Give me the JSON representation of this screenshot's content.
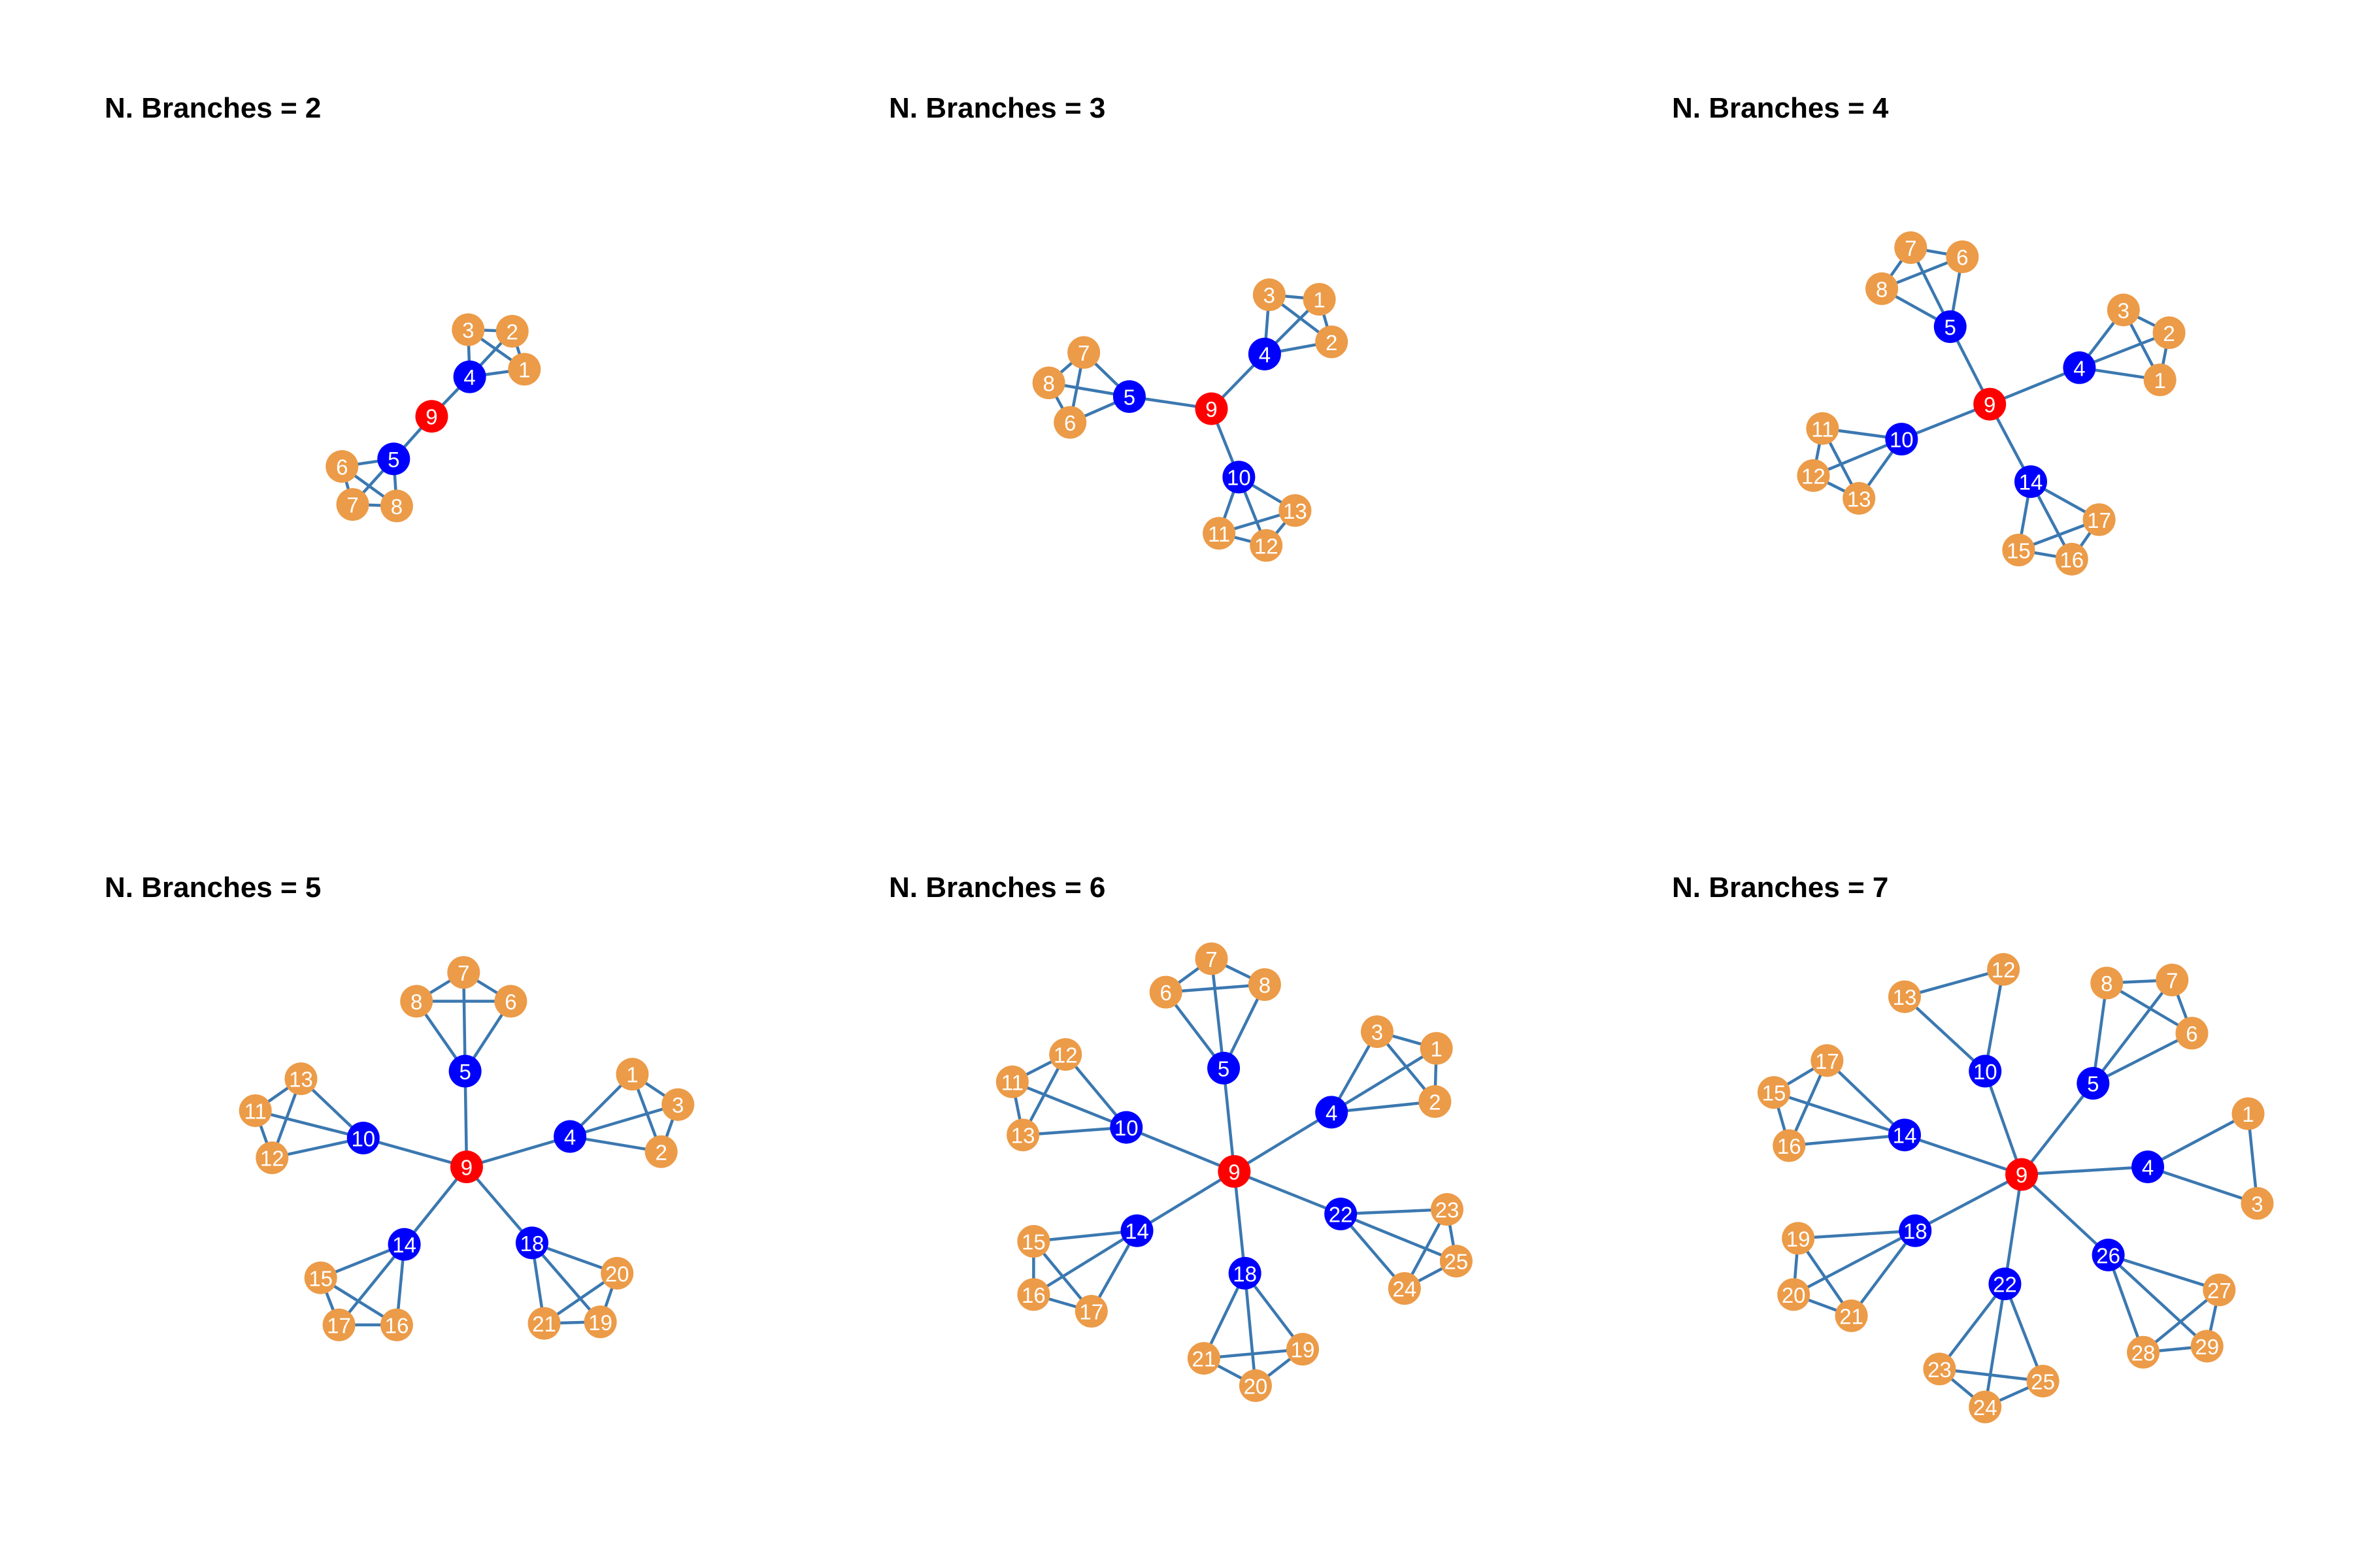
{
  "colors": {
    "edge": "#3b78b0",
    "hub": "#ff0000",
    "branch": "#0000ff",
    "leaf": "#ec9b48",
    "label": "#ffffff",
    "title": "#000000"
  },
  "panels": [
    {
      "title": "N. Branches = 2",
      "nodes": [
        {
          "id": 9,
          "role": "hub"
        },
        {
          "id": 4,
          "role": "branch"
        },
        {
          "id": 5,
          "role": "branch"
        },
        {
          "id": 1,
          "role": "leaf"
        },
        {
          "id": 2,
          "role": "leaf"
        },
        {
          "id": 3,
          "role": "leaf"
        },
        {
          "id": 6,
          "role": "leaf"
        },
        {
          "id": 7,
          "role": "leaf"
        },
        {
          "id": 8,
          "role": "leaf"
        }
      ],
      "edges": [
        [
          9,
          4
        ],
        [
          9,
          5
        ],
        [
          4,
          1
        ],
        [
          4,
          2
        ],
        [
          4,
          3
        ],
        [
          1,
          2
        ],
        [
          2,
          3
        ],
        [
          3,
          1
        ],
        [
          5,
          6
        ],
        [
          5,
          7
        ],
        [
          5,
          8
        ],
        [
          6,
          7
        ],
        [
          7,
          8
        ],
        [
          8,
          6
        ]
      ]
    },
    {
      "title": "N. Branches = 3",
      "nodes": [
        {
          "id": 9,
          "role": "hub"
        },
        {
          "id": 4,
          "role": "branch"
        },
        {
          "id": 5,
          "role": "branch"
        },
        {
          "id": 10,
          "role": "branch"
        },
        {
          "id": 1,
          "role": "leaf"
        },
        {
          "id": 2,
          "role": "leaf"
        },
        {
          "id": 3,
          "role": "leaf"
        },
        {
          "id": 6,
          "role": "leaf"
        },
        {
          "id": 7,
          "role": "leaf"
        },
        {
          "id": 8,
          "role": "leaf"
        },
        {
          "id": 11,
          "role": "leaf"
        },
        {
          "id": 12,
          "role": "leaf"
        },
        {
          "id": 13,
          "role": "leaf"
        }
      ],
      "edges": [
        [
          9,
          4
        ],
        [
          9,
          5
        ],
        [
          9,
          10
        ],
        [
          4,
          1
        ],
        [
          4,
          2
        ],
        [
          4,
          3
        ],
        [
          1,
          2
        ],
        [
          2,
          3
        ],
        [
          3,
          1
        ],
        [
          5,
          6
        ],
        [
          5,
          7
        ],
        [
          5,
          8
        ],
        [
          6,
          7
        ],
        [
          7,
          8
        ],
        [
          8,
          6
        ],
        [
          10,
          11
        ],
        [
          10,
          12
        ],
        [
          10,
          13
        ],
        [
          11,
          12
        ],
        [
          12,
          13
        ],
        [
          13,
          11
        ]
      ]
    },
    {
      "title": "N. Branches = 4",
      "nodes": [
        {
          "id": 9,
          "role": "hub"
        },
        {
          "id": 4,
          "role": "branch"
        },
        {
          "id": 5,
          "role": "branch"
        },
        {
          "id": 10,
          "role": "branch"
        },
        {
          "id": 14,
          "role": "branch"
        },
        {
          "id": 1,
          "role": "leaf"
        },
        {
          "id": 2,
          "role": "leaf"
        },
        {
          "id": 3,
          "role": "leaf"
        },
        {
          "id": 6,
          "role": "leaf"
        },
        {
          "id": 7,
          "role": "leaf"
        },
        {
          "id": 8,
          "role": "leaf"
        },
        {
          "id": 11,
          "role": "leaf"
        },
        {
          "id": 12,
          "role": "leaf"
        },
        {
          "id": 13,
          "role": "leaf"
        },
        {
          "id": 15,
          "role": "leaf"
        },
        {
          "id": 16,
          "role": "leaf"
        },
        {
          "id": 17,
          "role": "leaf"
        }
      ],
      "edges": [
        [
          9,
          4
        ],
        [
          9,
          5
        ],
        [
          9,
          10
        ],
        [
          9,
          14
        ],
        [
          4,
          1
        ],
        [
          4,
          2
        ],
        [
          4,
          3
        ],
        [
          1,
          2
        ],
        [
          2,
          3
        ],
        [
          3,
          1
        ],
        [
          5,
          6
        ],
        [
          5,
          7
        ],
        [
          5,
          8
        ],
        [
          6,
          7
        ],
        [
          7,
          8
        ],
        [
          8,
          6
        ],
        [
          10,
          11
        ],
        [
          10,
          12
        ],
        [
          10,
          13
        ],
        [
          11,
          12
        ],
        [
          12,
          13
        ],
        [
          13,
          11
        ],
        [
          14,
          15
        ],
        [
          14,
          16
        ],
        [
          14,
          17
        ],
        [
          15,
          16
        ],
        [
          16,
          17
        ],
        [
          17,
          15
        ]
      ]
    },
    {
      "title": "N. Branches = 5",
      "nodes": [
        {
          "id": 9,
          "role": "hub"
        },
        {
          "id": 4,
          "role": "branch"
        },
        {
          "id": 5,
          "role": "branch"
        },
        {
          "id": 10,
          "role": "branch"
        },
        {
          "id": 14,
          "role": "branch"
        },
        {
          "id": 18,
          "role": "branch"
        },
        {
          "id": 1,
          "role": "leaf"
        },
        {
          "id": 2,
          "role": "leaf"
        },
        {
          "id": 3,
          "role": "leaf"
        },
        {
          "id": 6,
          "role": "leaf"
        },
        {
          "id": 7,
          "role": "leaf"
        },
        {
          "id": 8,
          "role": "leaf"
        },
        {
          "id": 11,
          "role": "leaf"
        },
        {
          "id": 12,
          "role": "leaf"
        },
        {
          "id": 13,
          "role": "leaf"
        },
        {
          "id": 15,
          "role": "leaf"
        },
        {
          "id": 16,
          "role": "leaf"
        },
        {
          "id": 17,
          "role": "leaf"
        },
        {
          "id": 19,
          "role": "leaf"
        },
        {
          "id": 20,
          "role": "leaf"
        },
        {
          "id": 21,
          "role": "leaf"
        }
      ],
      "edges": [
        [
          9,
          4
        ],
        [
          9,
          5
        ],
        [
          9,
          10
        ],
        [
          9,
          14
        ],
        [
          9,
          18
        ],
        [
          4,
          1
        ],
        [
          4,
          2
        ],
        [
          4,
          3
        ],
        [
          1,
          2
        ],
        [
          2,
          3
        ],
        [
          3,
          1
        ],
        [
          5,
          6
        ],
        [
          5,
          7
        ],
        [
          5,
          8
        ],
        [
          6,
          7
        ],
        [
          7,
          8
        ],
        [
          8,
          6
        ],
        [
          10,
          11
        ],
        [
          10,
          12
        ],
        [
          10,
          13
        ],
        [
          11,
          12
        ],
        [
          12,
          13
        ],
        [
          13,
          11
        ],
        [
          14,
          15
        ],
        [
          14,
          16
        ],
        [
          14,
          17
        ],
        [
          15,
          16
        ],
        [
          16,
          17
        ],
        [
          17,
          15
        ],
        [
          18,
          19
        ],
        [
          18,
          20
        ],
        [
          18,
          21
        ],
        [
          19,
          20
        ],
        [
          20,
          21
        ],
        [
          21,
          19
        ]
      ]
    },
    {
      "title": "N. Branches = 6",
      "nodes": [
        {
          "id": 9,
          "role": "hub"
        },
        {
          "id": 4,
          "role": "branch"
        },
        {
          "id": 5,
          "role": "branch"
        },
        {
          "id": 10,
          "role": "branch"
        },
        {
          "id": 14,
          "role": "branch"
        },
        {
          "id": 18,
          "role": "branch"
        },
        {
          "id": 22,
          "role": "branch"
        },
        {
          "id": 1,
          "role": "leaf"
        },
        {
          "id": 2,
          "role": "leaf"
        },
        {
          "id": 3,
          "role": "leaf"
        },
        {
          "id": 6,
          "role": "leaf"
        },
        {
          "id": 7,
          "role": "leaf"
        },
        {
          "id": 8,
          "role": "leaf"
        },
        {
          "id": 11,
          "role": "leaf"
        },
        {
          "id": 12,
          "role": "leaf"
        },
        {
          "id": 13,
          "role": "leaf"
        },
        {
          "id": 15,
          "role": "leaf"
        },
        {
          "id": 16,
          "role": "leaf"
        },
        {
          "id": 17,
          "role": "leaf"
        },
        {
          "id": 19,
          "role": "leaf"
        },
        {
          "id": 20,
          "role": "leaf"
        },
        {
          "id": 21,
          "role": "leaf"
        },
        {
          "id": 23,
          "role": "leaf"
        },
        {
          "id": 24,
          "role": "leaf"
        },
        {
          "id": 25,
          "role": "leaf"
        }
      ],
      "edges": [
        [
          9,
          4
        ],
        [
          9,
          5
        ],
        [
          9,
          10
        ],
        [
          9,
          14
        ],
        [
          9,
          18
        ],
        [
          9,
          22
        ],
        [
          4,
          1
        ],
        [
          4,
          2
        ],
        [
          4,
          3
        ],
        [
          1,
          2
        ],
        [
          2,
          3
        ],
        [
          3,
          1
        ],
        [
          5,
          6
        ],
        [
          5,
          7
        ],
        [
          5,
          8
        ],
        [
          6,
          7
        ],
        [
          7,
          8
        ],
        [
          8,
          6
        ],
        [
          10,
          11
        ],
        [
          10,
          12
        ],
        [
          10,
          13
        ],
        [
          11,
          12
        ],
        [
          12,
          13
        ],
        [
          13,
          11
        ],
        [
          14,
          15
        ],
        [
          14,
          16
        ],
        [
          14,
          17
        ],
        [
          15,
          16
        ],
        [
          16,
          17
        ],
        [
          17,
          15
        ],
        [
          18,
          19
        ],
        [
          18,
          20
        ],
        [
          18,
          21
        ],
        [
          19,
          20
        ],
        [
          20,
          21
        ],
        [
          21,
          19
        ],
        [
          22,
          23
        ],
        [
          22,
          24
        ],
        [
          22,
          25
        ],
        [
          23,
          24
        ],
        [
          24,
          25
        ],
        [
          25,
          23
        ]
      ]
    },
    {
      "title": "N. Branches = 7",
      "nodes": [
        {
          "id": 9,
          "role": "hub"
        },
        {
          "id": 4,
          "role": "branch"
        },
        {
          "id": 5,
          "role": "branch"
        },
        {
          "id": 10,
          "role": "branch"
        },
        {
          "id": 14,
          "role": "branch"
        },
        {
          "id": 18,
          "role": "branch"
        },
        {
          "id": 22,
          "role": "branch"
        },
        {
          "id": 26,
          "role": "branch"
        },
        {
          "id": 1,
          "role": "leaf"
        },
        {
          "id": 3,
          "role": "leaf"
        },
        {
          "id": 6,
          "role": "leaf"
        },
        {
          "id": 7,
          "role": "leaf"
        },
        {
          "id": 8,
          "role": "leaf"
        },
        {
          "id": 12,
          "role": "leaf"
        },
        {
          "id": 13,
          "role": "leaf"
        },
        {
          "id": 15,
          "role": "leaf"
        },
        {
          "id": 16,
          "role": "leaf"
        },
        {
          "id": 17,
          "role": "leaf"
        },
        {
          "id": 19,
          "role": "leaf"
        },
        {
          "id": 20,
          "role": "leaf"
        },
        {
          "id": 21,
          "role": "leaf"
        },
        {
          "id": 23,
          "role": "leaf"
        },
        {
          "id": 24,
          "role": "leaf"
        },
        {
          "id": 25,
          "role": "leaf"
        },
        {
          "id": 27,
          "role": "leaf"
        },
        {
          "id": 28,
          "role": "leaf"
        },
        {
          "id": 29,
          "role": "leaf"
        }
      ],
      "edges": [
        [
          9,
          4
        ],
        [
          9,
          5
        ],
        [
          9,
          10
        ],
        [
          9,
          14
        ],
        [
          9,
          18
        ],
        [
          9,
          22
        ],
        [
          9,
          26
        ],
        [
          4,
          1
        ],
        [
          4,
          3
        ],
        [
          1,
          3
        ],
        [
          5,
          6
        ],
        [
          5,
          7
        ],
        [
          5,
          8
        ],
        [
          6,
          7
        ],
        [
          7,
          8
        ],
        [
          8,
          6
        ],
        [
          10,
          12
        ],
        [
          10,
          13
        ],
        [
          12,
          13
        ],
        [
          14,
          15
        ],
        [
          14,
          16
        ],
        [
          14,
          17
        ],
        [
          15,
          16
        ],
        [
          16,
          17
        ],
        [
          17,
          15
        ],
        [
          18,
          19
        ],
        [
          18,
          20
        ],
        [
          18,
          21
        ],
        [
          19,
          20
        ],
        [
          20,
          21
        ],
        [
          21,
          19
        ],
        [
          22,
          23
        ],
        [
          22,
          24
        ],
        [
          22,
          25
        ],
        [
          23,
          24
        ],
        [
          24,
          25
        ],
        [
          25,
          23
        ],
        [
          26,
          27
        ],
        [
          26,
          28
        ],
        [
          26,
          29
        ],
        [
          27,
          28
        ],
        [
          28,
          29
        ],
        [
          29,
          27
        ]
      ]
    }
  ]
}
